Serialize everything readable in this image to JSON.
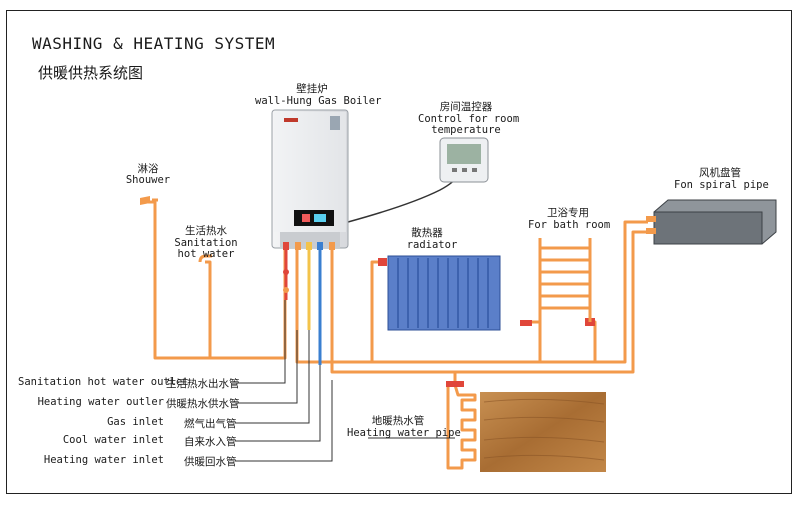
{
  "title_en": "WASHING & HEATING SYSTEM",
  "title_zh": "供暖供热系统图",
  "components": {
    "boiler": {
      "zh": "壁挂炉",
      "en": "wall-Hung Gas Boiler"
    },
    "thermostat": {
      "zh": "房间温控器",
      "en_1": "Control for room",
      "en_2": "temperature"
    },
    "shower": {
      "zh": "淋浴",
      "en": "Shouwer"
    },
    "sanitation": {
      "zh": "生活热水",
      "en_1": "Sanitation",
      "en_2": "hot water"
    },
    "radiator": {
      "zh": "散热器",
      "en": "radiator"
    },
    "bath": {
      "zh": "卫浴专用",
      "en": "For bath room"
    },
    "fan": {
      "zh": "风机盘管",
      "en": "Fon spiral pipe"
    },
    "floor": {
      "zh": "地暖热水管",
      "en": "Heating water pipe"
    }
  },
  "legend": [
    {
      "en": "Sanitation hot water outlet",
      "zh": "生活热水出水管"
    },
    {
      "en": "Heating water outler",
      "zh": "供暖热水供水管"
    },
    {
      "en": "Gas inlet",
      "zh": "燃气出气管"
    },
    {
      "en": "Cool water inlet",
      "zh": "自来水入管"
    },
    {
      "en": "Heating water inlet",
      "zh": "供暖回水管"
    }
  ],
  "colors": {
    "pipe_hot": "#f39a4b",
    "pipe_red": "#e0463a",
    "pipe_blue": "#3a7fd0",
    "radiator": "#5b7fc9",
    "wood": "#b07a3e",
    "boiler": "#e9eaec"
  }
}
